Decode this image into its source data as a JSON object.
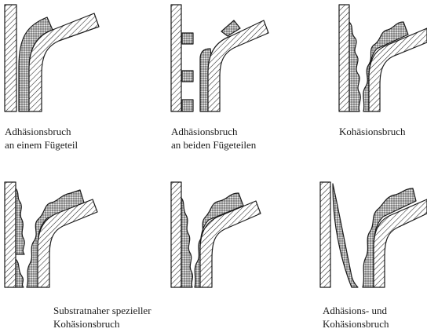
{
  "captions": {
    "p1": {
      "line1": "Adhäsionsbruch",
      "line2": "an einem Fügeteil"
    },
    "p2": {
      "line1": "Adhäsionsbruch",
      "line2": "an beiden Fügeteilen"
    },
    "p3": {
      "line1": "Kohäsionsbruch"
    },
    "p4": {
      "line1": "Substratnaher spezieller",
      "line2": "Kohäsionsbruch"
    },
    "p5": {
      "line1": "Adhäsions- und",
      "line2": "Kohäsionsbruch"
    }
  },
  "colors": {
    "ink": "#1a1a1a",
    "hatch": "#222222",
    "adhesive_fill": "#b9b9b9"
  }
}
